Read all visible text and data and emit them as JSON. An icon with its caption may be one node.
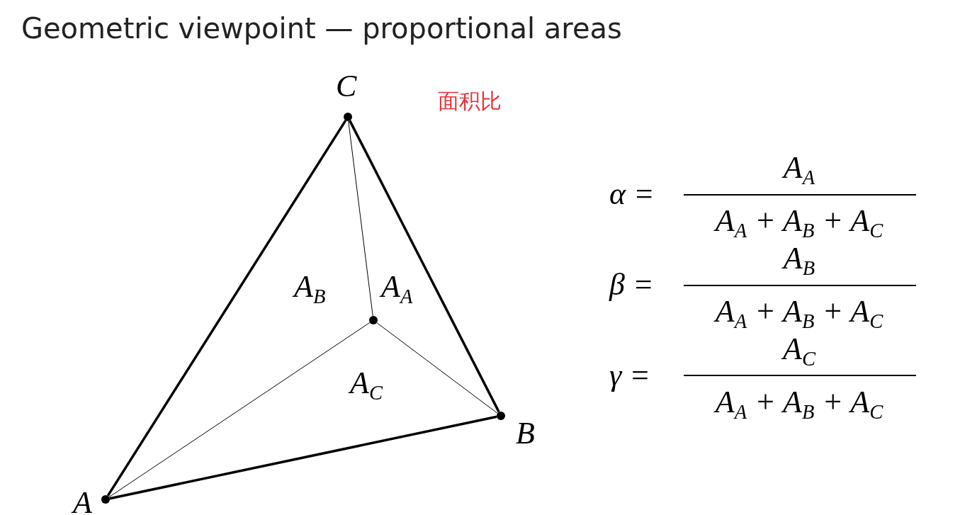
{
  "diagram": {
    "title": "Geometric viewpoint — proportional areas",
    "nodes": [
      {
        "text": [],
        "shape": "circle",
        "beside": [
          "C"
        ]
      },
      {
        "text": [],
        "shape": "circle",
        "beside": [
          "B"
        ]
      },
      {
        "text": [],
        "shape": "circle",
        "beside": [
          "A"
        ]
      },
      {
        "text": [],
        "shape": "circle"
      }
    ],
    "edges": [
      {
        "from": 2,
        "to": 1,
        "arrow": "none",
        "style": "thick"
      },
      {
        "from": 1,
        "to": 0,
        "arrow": "none",
        "style": "thick"
      },
      {
        "from": 0,
        "to": 2,
        "arrow": "none",
        "style": "thick"
      },
      {
        "from": 3,
        "to": 0,
        "arrow": "none"
      },
      {
        "from": 3,
        "to": 1,
        "arrow": "none"
      },
      {
        "from": 3,
        "to": 2,
        "arrow": "none"
      }
    ],
    "labels": [
      "面积比",
      "A$_{B}$",
      "A$_{A}$",
      "A$_{C}$",
      "α =",
      "A$_{A}$",
      "A$_{A}$ + A$_{B}$ + A$_{C}$",
      "β =",
      "A$_{B}$",
      "A$_{A}$ + A$_{B}$ + A$_{C}$",
      "γ =",
      "A$_{C}$",
      "A$_{A}$ + A$_{B}$ + A$_{C}$"
    ]
  }
}
